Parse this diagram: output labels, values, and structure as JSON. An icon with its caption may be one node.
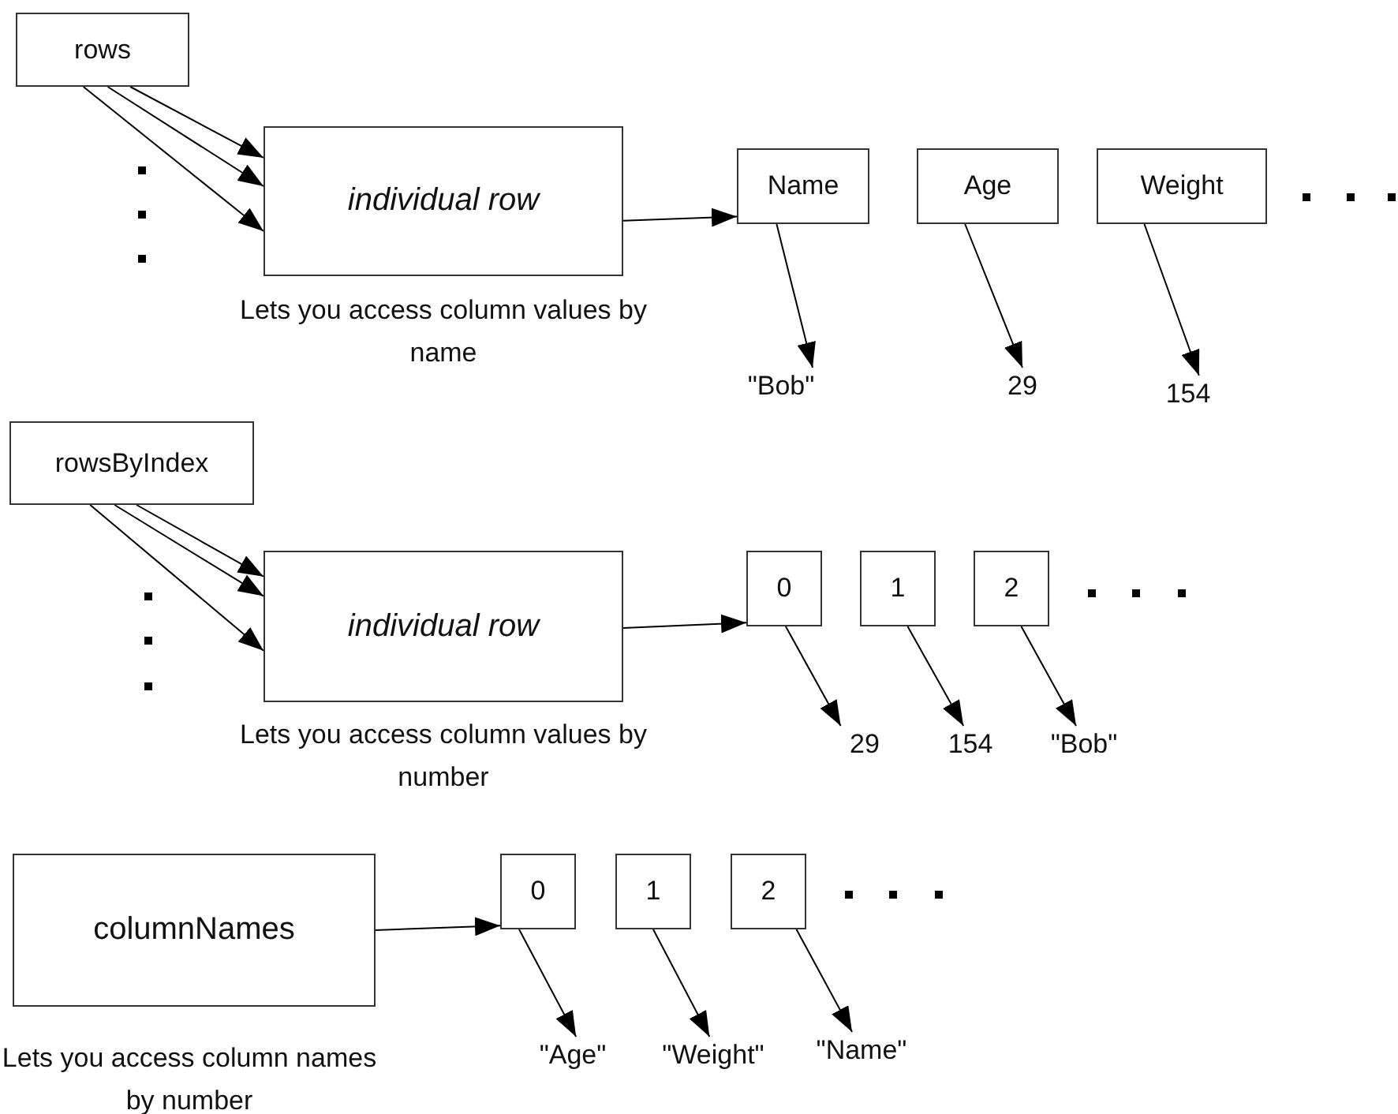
{
  "diagram": {
    "nodes": [
      {
        "text": [
          "rows"
        ]
      },
      {
        "text": [
          "individual row"
        ],
        "beside": [
          "Lets you access column values by name"
        ]
      },
      {
        "text": [
          "Name"
        ]
      },
      {
        "text": [
          "Age"
        ]
      },
      {
        "text": [
          "Weight"
        ]
      },
      {
        "text": [
          "\"Bob\""
        ]
      },
      {
        "text": [
          "29"
        ]
      },
      {
        "text": [
          "154"
        ]
      },
      {
        "text": [
          "rowsByIndex"
        ]
      },
      {
        "text": [
          "individual row"
        ],
        "beside": [
          "Lets you access column values by number"
        ]
      },
      {
        "text": [
          "0"
        ]
      },
      {
        "text": [
          "1"
        ]
      },
      {
        "text": [
          "2"
        ]
      },
      {
        "text": [
          "29"
        ]
      },
      {
        "text": [
          "154"
        ]
      },
      {
        "text": [
          "\"Bob\""
        ]
      },
      {
        "text": [
          "columnNames"
        ],
        "beside": [
          "Lets you access column names by number"
        ]
      },
      {
        "text": [
          "0"
        ]
      },
      {
        "text": [
          "1"
        ]
      },
      {
        "text": [
          "2"
        ]
      },
      {
        "text": [
          "\"Age\""
        ]
      },
      {
        "text": [
          "\"Weight\""
        ]
      },
      {
        "text": [
          "\"Name\""
        ]
      }
    ],
    "edges": [
      {
        "from": 0,
        "to": 1,
        "arrow": "to"
      },
      {
        "from": 0,
        "to": 1,
        "arrow": "to"
      },
      {
        "from": 0,
        "to": 1,
        "arrow": "to"
      },
      {
        "from": 1,
        "to": 2,
        "arrow": "to"
      },
      {
        "from": 2,
        "to": 5,
        "arrow": "to"
      },
      {
        "from": 3,
        "to": 6,
        "arrow": "to"
      },
      {
        "from": 4,
        "to": 7,
        "arrow": "to"
      },
      {
        "from": 8,
        "to": 9,
        "arrow": "to"
      },
      {
        "from": 8,
        "to": 9,
        "arrow": "to"
      },
      {
        "from": 8,
        "to": 9,
        "arrow": "to"
      },
      {
        "from": 9,
        "to": 10,
        "arrow": "to"
      },
      {
        "from": 10,
        "to": 13,
        "arrow": "to"
      },
      {
        "from": 11,
        "to": 14,
        "arrow": "to"
      },
      {
        "from": 12,
        "to": 15,
        "arrow": "to"
      },
      {
        "from": 16,
        "to": 17,
        "arrow": "to"
      },
      {
        "from": 17,
        "to": 20,
        "arrow": "to"
      },
      {
        "from": 18,
        "to": 21,
        "arrow": "to"
      },
      {
        "from": 19,
        "to": 22,
        "arrow": "to"
      }
    ]
  }
}
